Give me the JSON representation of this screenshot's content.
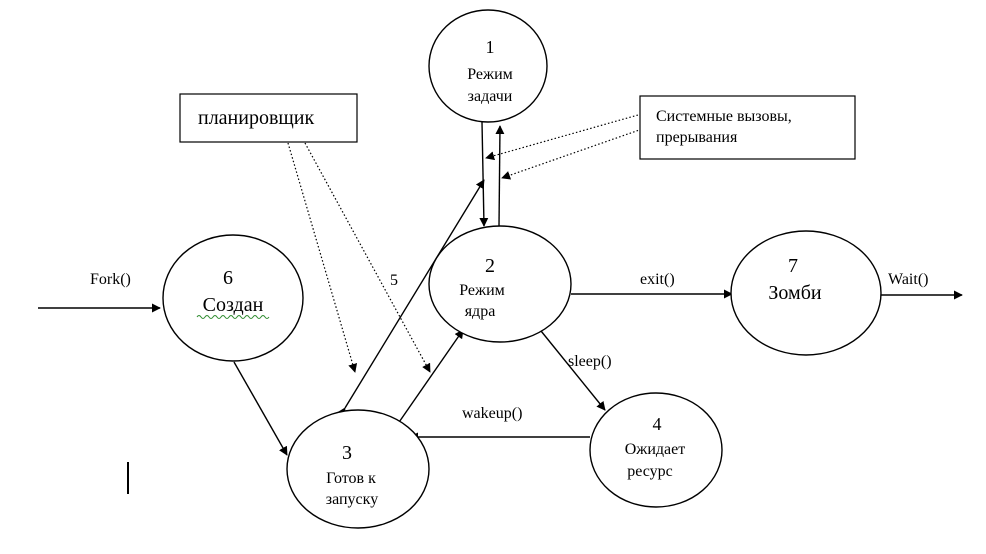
{
  "states": {
    "s1": {
      "num": "1",
      "line1": "Режим",
      "line2": "задачи"
    },
    "s2": {
      "num": "2",
      "line1": "Режим",
      "line2": "ядра"
    },
    "s3": {
      "num": "3",
      "line1": "Готов к",
      "line2": "запуску"
    },
    "s4": {
      "num": "4",
      "line1": "Ожидает",
      "line2": "ресурс"
    },
    "s6": {
      "num": "6",
      "line1": "Создан"
    },
    "s7": {
      "num": "7",
      "line1": "Зомби"
    }
  },
  "boxes": {
    "scheduler": "планировщик",
    "syscalls": {
      "line1": "Системные вызовы,",
      "line2": "прерывания"
    }
  },
  "edges": {
    "fork": "Fork()",
    "exit": "exit()",
    "wait": "Wait()",
    "sleep": "sleep()",
    "wakeup": "wakeup()",
    "five": "5"
  }
}
